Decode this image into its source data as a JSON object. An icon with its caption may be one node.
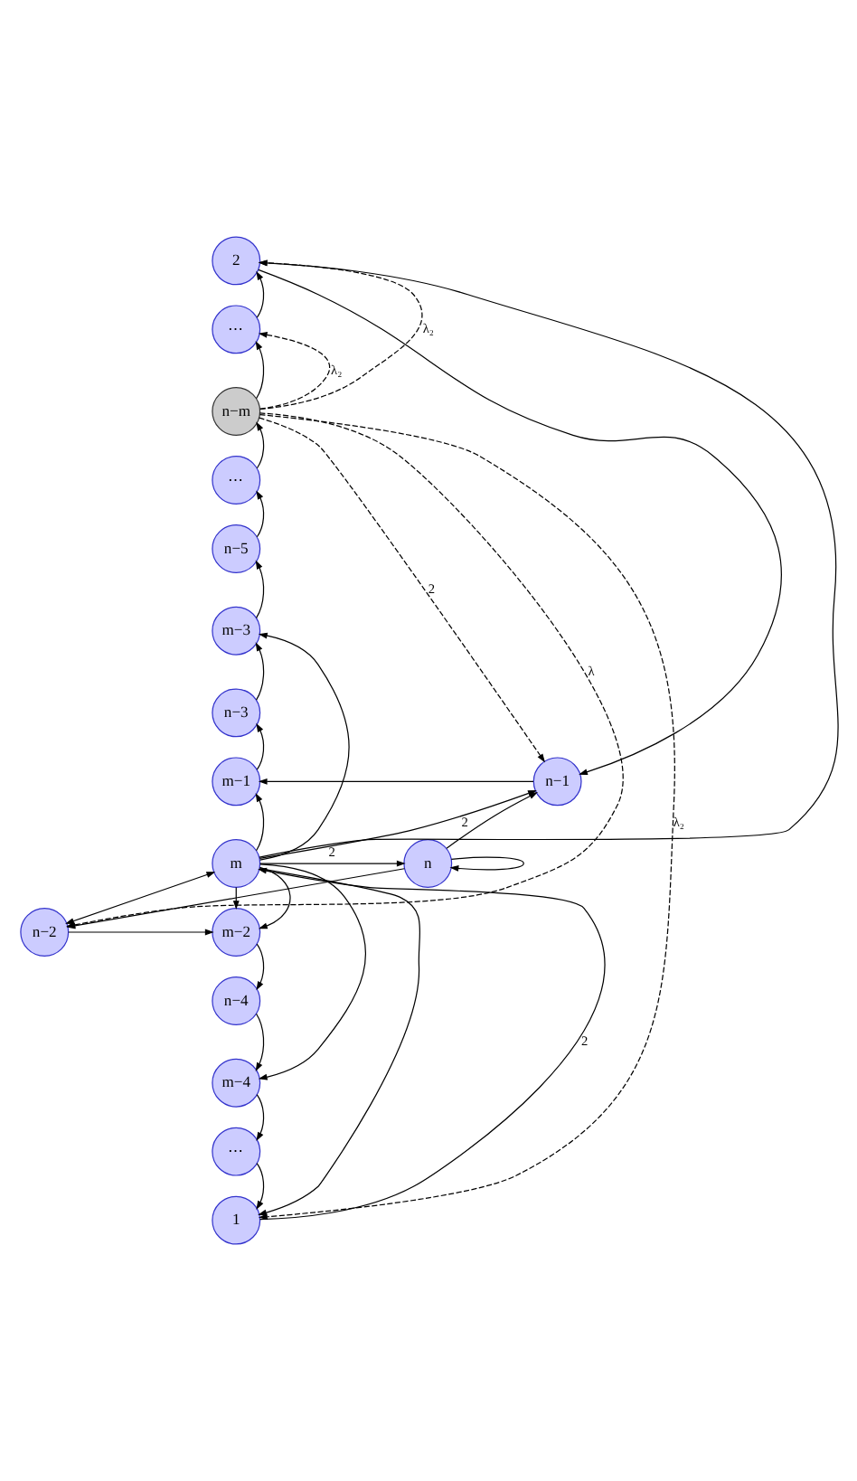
{
  "diagram": {
    "nodes": [
      {
        "text": [
          "2"
        ]
      },
      {
        "text": [
          "⋯"
        ]
      },
      {
        "text": [
          "n−m"
        ]
      },
      {
        "text": [
          "⋯"
        ]
      },
      {
        "text": [
          "n−5"
        ]
      },
      {
        "text": [
          "m−3"
        ]
      },
      {
        "text": [
          "n−3"
        ]
      },
      {
        "text": [
          "n−1"
        ]
      },
      {
        "text": [
          "m−1"
        ]
      },
      {
        "text": [
          "n"
        ]
      },
      {
        "text": [
          "m"
        ]
      },
      {
        "text": [
          "n−2"
        ]
      },
      {
        "text": [
          "m−2"
        ]
      },
      {
        "text": [
          "n−4"
        ]
      },
      {
        "text": [
          "m−4"
        ]
      },
      {
        "text": [
          "⋯"
        ]
      },
      {
        "text": [
          "1"
        ]
      }
    ],
    "edges": [
      {
        "from": 10,
        "to": 8,
        "arrow": "to"
      },
      {
        "from": 8,
        "to": 6,
        "arrow": "to"
      },
      {
        "from": 6,
        "to": 5,
        "arrow": "to"
      },
      {
        "from": 5,
        "to": 4,
        "arrow": "to"
      },
      {
        "from": 4,
        "to": 3,
        "arrow": "to"
      },
      {
        "from": 3,
        "to": 2,
        "arrow": "to"
      },
      {
        "from": 2,
        "to": 1,
        "arrow": "to"
      },
      {
        "from": 1,
        "to": 0,
        "arrow": "to"
      },
      {
        "from": 10,
        "to": 12,
        "arrow": "to"
      },
      {
        "from": 12,
        "to": 13,
        "arrow": "to"
      },
      {
        "from": 13,
        "to": 14,
        "arrow": "to"
      },
      {
        "from": 14,
        "to": 15,
        "arrow": "to"
      },
      {
        "from": 15,
        "to": 16,
        "arrow": "to"
      },
      {
        "from": 9,
        "to": 9,
        "arrow": "to"
      },
      {
        "from": 9,
        "to": 7,
        "arrow": "to"
      },
      {
        "from": 9,
        "to": 11,
        "arrow": "to"
      },
      {
        "from": 7,
        "to": 8,
        "arrow": "to"
      },
      {
        "from": 11,
        "to": 12,
        "arrow": "to"
      },
      {
        "from": 10,
        "to": 7,
        "arrow": "to",
        "label": "2"
      },
      {
        "from": 10,
        "to": 9,
        "arrow": "to",
        "label": "2"
      },
      {
        "from": 10,
        "to": 11,
        "arrow": "both"
      },
      {
        "from": 16,
        "to": 10,
        "arrow": "to",
        "label": "2"
      },
      {
        "from": 0,
        "to": 7,
        "arrow": "to"
      },
      {
        "from": 10,
        "to": 0,
        "arrow": "to"
      },
      {
        "from": 10,
        "to": 5,
        "arrow": "to"
      },
      {
        "from": 10,
        "to": 12,
        "arrow": "to"
      },
      {
        "from": 10,
        "to": 14,
        "arrow": "to"
      },
      {
        "from": 10,
        "to": 16,
        "arrow": "to"
      },
      {
        "from": 2,
        "to": 7,
        "arrow": "to",
        "label": "2",
        "style": "dashed"
      },
      {
        "from": 2,
        "to": 16,
        "arrow": "to",
        "label": "λ₂",
        "style": "dashed"
      },
      {
        "from": 2,
        "to": 11,
        "arrow": "to",
        "label": "λ",
        "style": "dashed"
      },
      {
        "from": 2,
        "to": 1,
        "arrow": "to",
        "label": "λ₂",
        "style": "dashed"
      },
      {
        "from": 2,
        "to": 0,
        "arrow": "to",
        "label": "λ₂",
        "style": "dashed"
      }
    ]
  }
}
